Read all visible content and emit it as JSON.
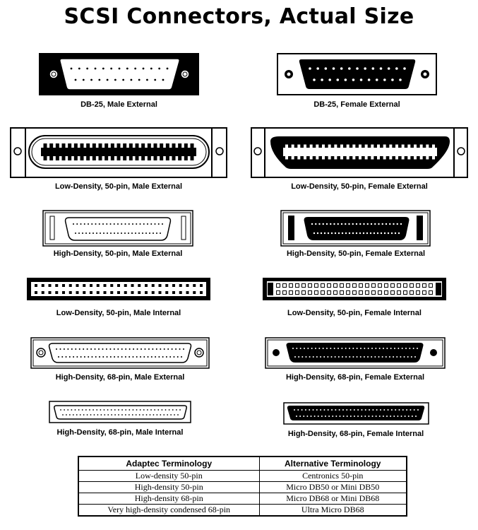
{
  "title": "SCSI Connectors, Actual Size",
  "connectors": [
    {
      "caption": "DB-25, Male External"
    },
    {
      "caption": "DB-25, Female External"
    },
    {
      "caption": "Low-Density, 50-pin, Male External"
    },
    {
      "caption": "Low-Density, 50-pin, Female External"
    },
    {
      "caption": "High-Density, 50-pin, Male External"
    },
    {
      "caption": "High-Density, 50-pin, Female External"
    },
    {
      "caption": "Low-Density, 50-pin, Male Internal"
    },
    {
      "caption": "Low-Density, 50-pin, Female Internal"
    },
    {
      "caption": "High-Density, 68-pin, Male External"
    },
    {
      "caption": "High-Density, 68-pin, Female External"
    },
    {
      "caption": "High-Density, 68-pin, Male Internal"
    },
    {
      "caption": "High-Density, 68-pin, Female Internal"
    }
  ],
  "table": {
    "headers": [
      "Adaptec Terminology",
      "Alternative Terminology"
    ],
    "rows": [
      [
        "Low-density 50-pin",
        "Centronics 50-pin"
      ],
      [
        "High-density 50-pin",
        "Micro DB50 or Mini DB50"
      ],
      [
        "High-density 68-pin",
        "Micro DB68 or Mini DB68"
      ],
      [
        "Very high-density condensed 68-pin",
        "Ultra Micro DB68"
      ]
    ]
  }
}
